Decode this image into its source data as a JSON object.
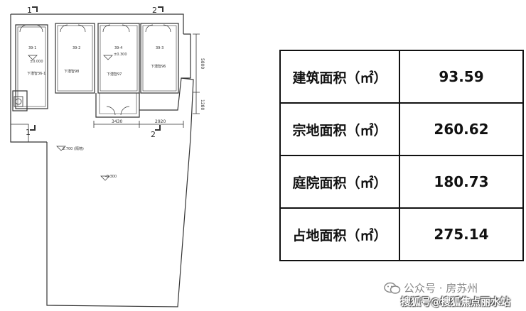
{
  "floor_plan": {
    "section_marks": [
      "1",
      "2",
      "1",
      "2"
    ],
    "rooms": [
      "39-1",
      "39-2",
      "39-4",
      "39-3"
    ],
    "room_labels": [
      "下潜智36-1",
      "下潜智98",
      "下潜智97",
      "下潜智96"
    ],
    "elevations": [
      "±0.000",
      "±0.300",
      "2.700 (隔墙)",
      "-0.300"
    ],
    "dimensions": [
      "3430",
      "2920",
      "5800",
      "1280"
    ]
  },
  "area_table": {
    "rows": [
      {
        "label": "建筑面积（㎡）",
        "value": "93.59"
      },
      {
        "label": "宗地面积（㎡）",
        "value": "260.62"
      },
      {
        "label": "庭院面积（㎡）",
        "value": "180.73"
      },
      {
        "label": "占地面积（㎡）",
        "value": "275.14"
      }
    ]
  },
  "watermark": {
    "account": "公众号 · 房苏州",
    "site": "搜狐号@搜狐焦点丽水站"
  }
}
